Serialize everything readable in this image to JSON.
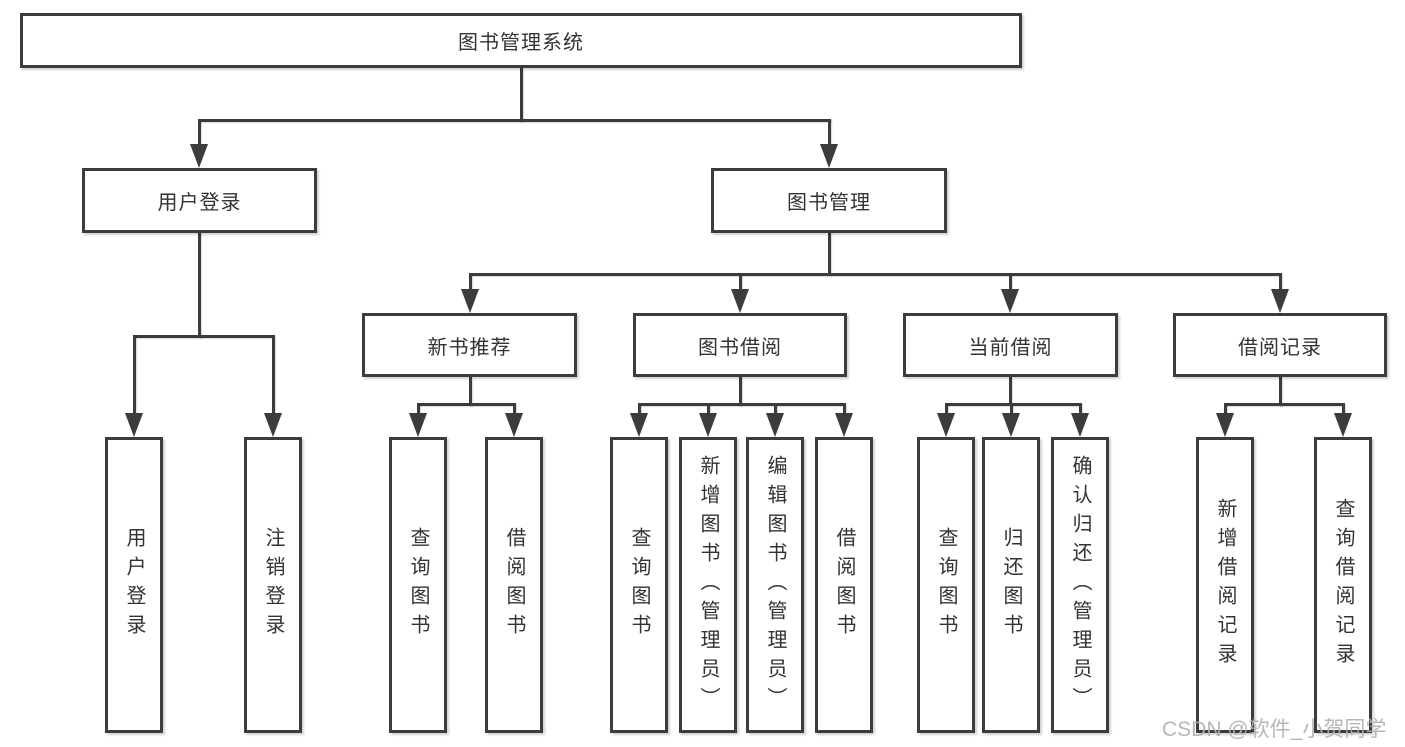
{
  "diagram": {
    "type": "hierarchy-tree",
    "orientation": "top-down"
  },
  "colors": {
    "line": "#3c3c3c",
    "text": "#333333",
    "box_background": "#ffffff",
    "page_background": "#ffffff",
    "watermark": "#b2b1b1"
  },
  "watermark": "CSDN @软件_小贺同学",
  "tree": {
    "label": "图书管理系统",
    "children": [
      {
        "label": "用户登录",
        "children": [
          {
            "label": "用户登录"
          },
          {
            "label": "注销登录"
          }
        ]
      },
      {
        "label": "图书管理",
        "children": [
          {
            "label": "新书推荐",
            "children": [
              {
                "label": "查询图书"
              },
              {
                "label": "借阅图书"
              }
            ]
          },
          {
            "label": "图书借阅",
            "children": [
              {
                "label": "查询图书"
              },
              {
                "label": "新增图书（管理员）"
              },
              {
                "label": "编辑图书（管理员）"
              },
              {
                "label": "借阅图书"
              }
            ]
          },
          {
            "label": "当前借阅",
            "children": [
              {
                "label": "查询图书"
              },
              {
                "label": "归还图书"
              },
              {
                "label": "确认归还（管理员）"
              }
            ]
          },
          {
            "label": "借阅记录",
            "children": [
              {
                "label": "新增借阅记录"
              },
              {
                "label": "查询借阅记录"
              }
            ]
          }
        ]
      }
    ]
  }
}
